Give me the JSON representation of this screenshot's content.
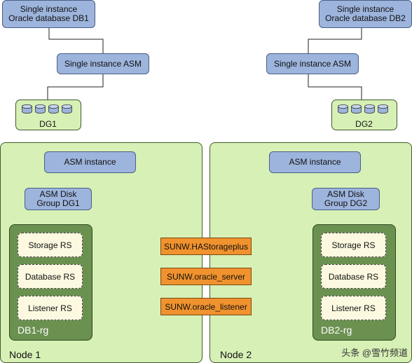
{
  "db1": {
    "line1": "Single instance",
    "line2": "Oracle database DB1"
  },
  "db2": {
    "line1": "Single instance",
    "line2": "Oracle database DB2"
  },
  "asm_left": "Single instance ASM",
  "asm_right": "Single instance ASM",
  "dg1": "DG1",
  "dg2": "DG2",
  "node1": {
    "label": "Node 1",
    "asm_instance": "ASM instance",
    "disk_group": {
      "line1": "ASM Disk",
      "line2": "Group DG1"
    },
    "storage": "Storage RS",
    "database": "Database RS",
    "listener": "Listener RS",
    "rg": "DB1-rg"
  },
  "node2": {
    "label": "Node 2",
    "asm_instance": "ASM instance",
    "disk_group": {
      "line1": "ASM Disk",
      "line2": "Group DG2"
    },
    "storage": "Storage RS",
    "database": "Database RS",
    "listener": "Listener RS",
    "rg": "DB2-rg"
  },
  "resource_types": [
    "SUNW.HAStorageplus",
    "SUNW.oracle_server",
    "SUNW.oracle_listener"
  ],
  "watermark": "头条 @雪竹频道",
  "colors": {
    "blue_box": "#9db4dc",
    "green_panel": "#d7f0b6",
    "dark_green": "#6b9150",
    "orange": "#f0922d",
    "cream": "#fcf9e0"
  }
}
